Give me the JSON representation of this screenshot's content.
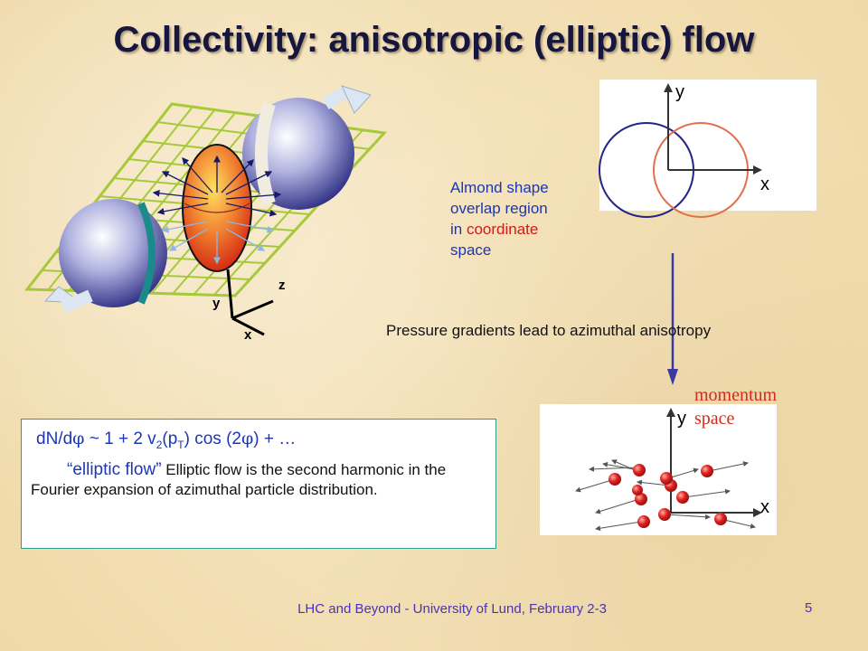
{
  "slide": {
    "title": "Collectivity: anisotropic (elliptic) flow",
    "page_number": "5",
    "footer": "LHC and Beyond - University of Lund, February 2-3"
  },
  "collision_diagram": {
    "axis_labels": {
      "z": "z",
      "y": "y",
      "x": "x"
    }
  },
  "coordinate_plot": {
    "axis_labels": {
      "y": "y",
      "x": "x"
    },
    "colors": {
      "left_circle": "#23238a",
      "right_circle": "#e07050"
    }
  },
  "almond_label": {
    "line1": "Almond shape",
    "line2": "overlap region",
    "line3_prefix": "in ",
    "line3_highlight": "coordinate",
    "line4": "space"
  },
  "pressure_text": "Pressure gradients lead to azimuthal anisotropy",
  "momentum_label": {
    "line1": "momentum",
    "line2": "space"
  },
  "momentum_plot": {
    "axis_labels": {
      "y": "y",
      "x": "x"
    },
    "colors": {
      "particle": "#e02020"
    }
  },
  "formula": {
    "prefix": "dN/d",
    "phi": "φ",
    "mid": " ~ 1 + 2 v",
    "sub2": "2",
    "paren_open": "(p",
    "subT": "T",
    "paren_close": ") cos (2",
    "tail": ") + …",
    "elliptic_flow": "“elliptic flow”",
    "description": " Elliptic flow is the second harmonic in the Fourier expansion of azimuthal particle distribution."
  },
  "colors": {
    "title": "#16163f",
    "accent_blue": "#1b37b5",
    "accent_red": "#d21a1a",
    "grid": "#a6c93a"
  }
}
